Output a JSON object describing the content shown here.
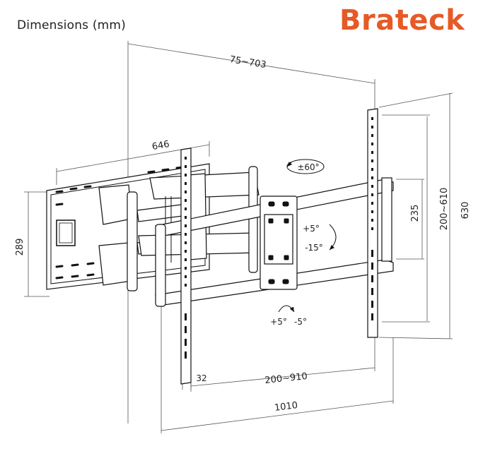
{
  "header": {
    "title": "Dimensions (mm)",
    "brand": "Brateck",
    "brand_color": "#e65a27"
  },
  "dimensions": {
    "top_width": "75~703",
    "arm_depth": "646",
    "panel_height": "289",
    "mount_height": "630",
    "vesa_v_range": "200~610",
    "inner_height": "235",
    "vesa_h_range": "200~910",
    "total_width": "1010",
    "small_offset": "32"
  },
  "rotation": {
    "swivel": "±60°",
    "tilt_up": "+5°",
    "tilt_down": "-15°",
    "roll_pos": "+5°",
    "roll_neg": "-5°"
  }
}
